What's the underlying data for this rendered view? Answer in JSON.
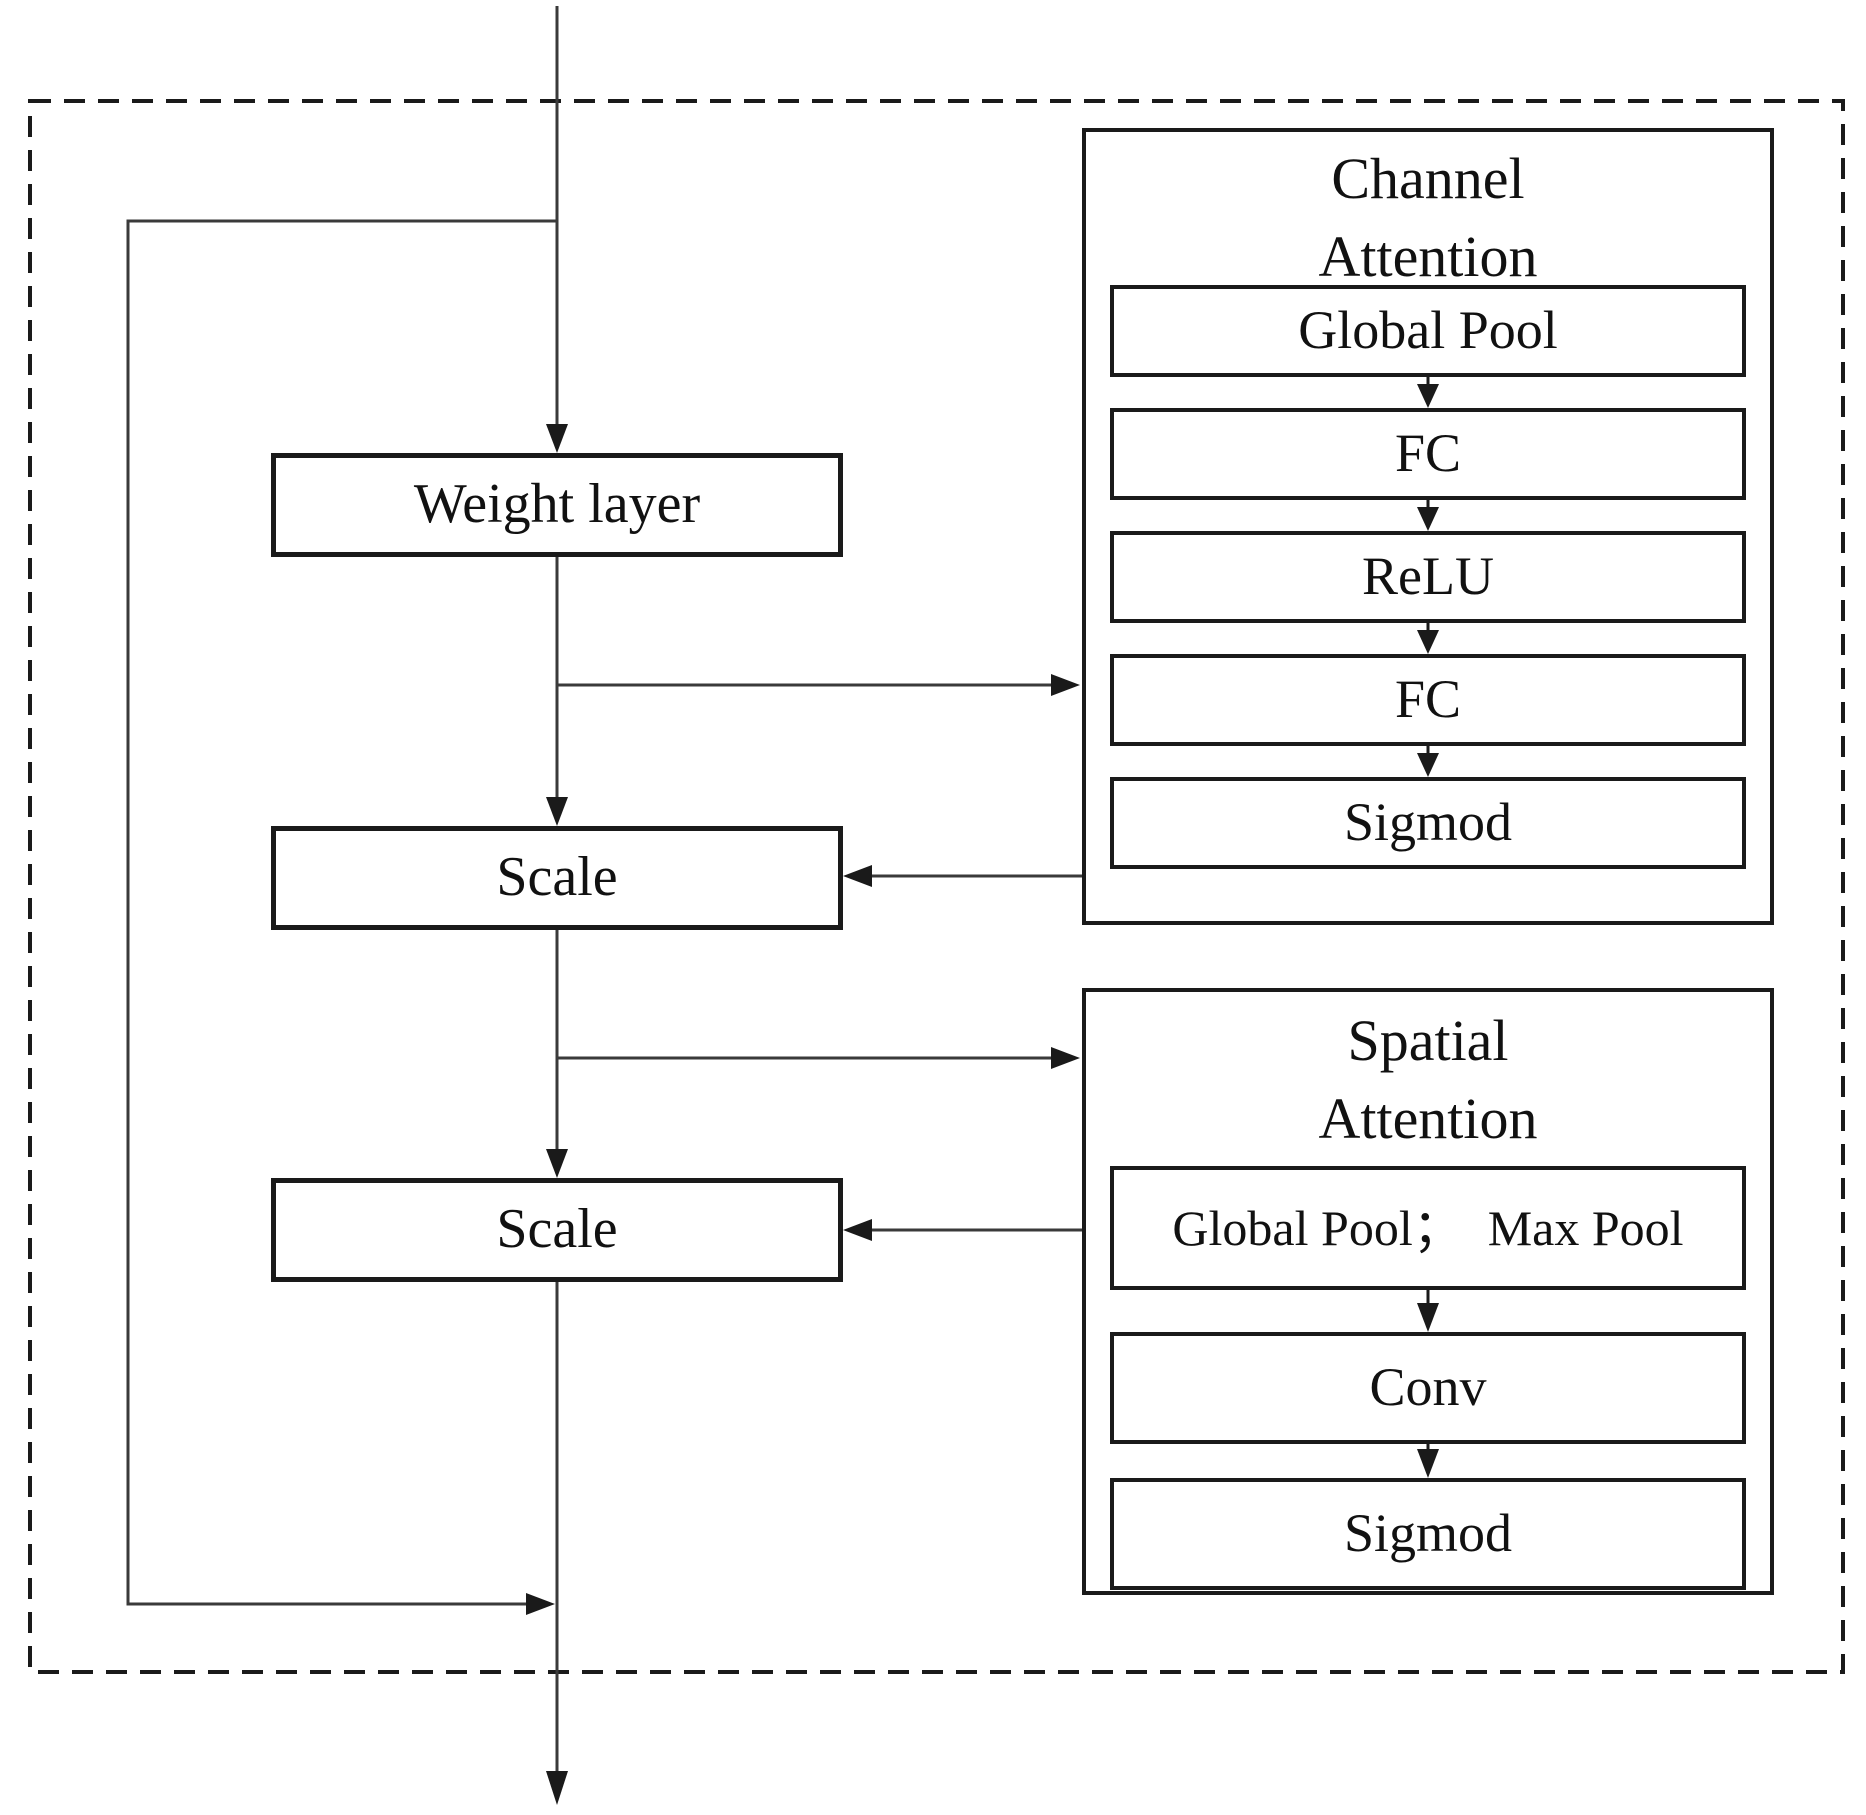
{
  "figure": {
    "background_color": "#ffffff",
    "line_color": "#3a3a3a",
    "border_color": "#1a1a1a",
    "main_flow": {
      "weight_layer_label": "Weight layer",
      "scale1_label": "Scale",
      "scale2_label": "Scale"
    },
    "channel_attention": {
      "title": "Channel\nAttention",
      "layers": [
        "Global Pool",
        "FC",
        "ReLU",
        "FC",
        "Sigmod"
      ]
    },
    "spatial_attention": {
      "title": "Spatial\nAttention",
      "layers": [
        "Global Pool；  Max Pool",
        "Conv",
        "Sigmod"
      ]
    }
  }
}
